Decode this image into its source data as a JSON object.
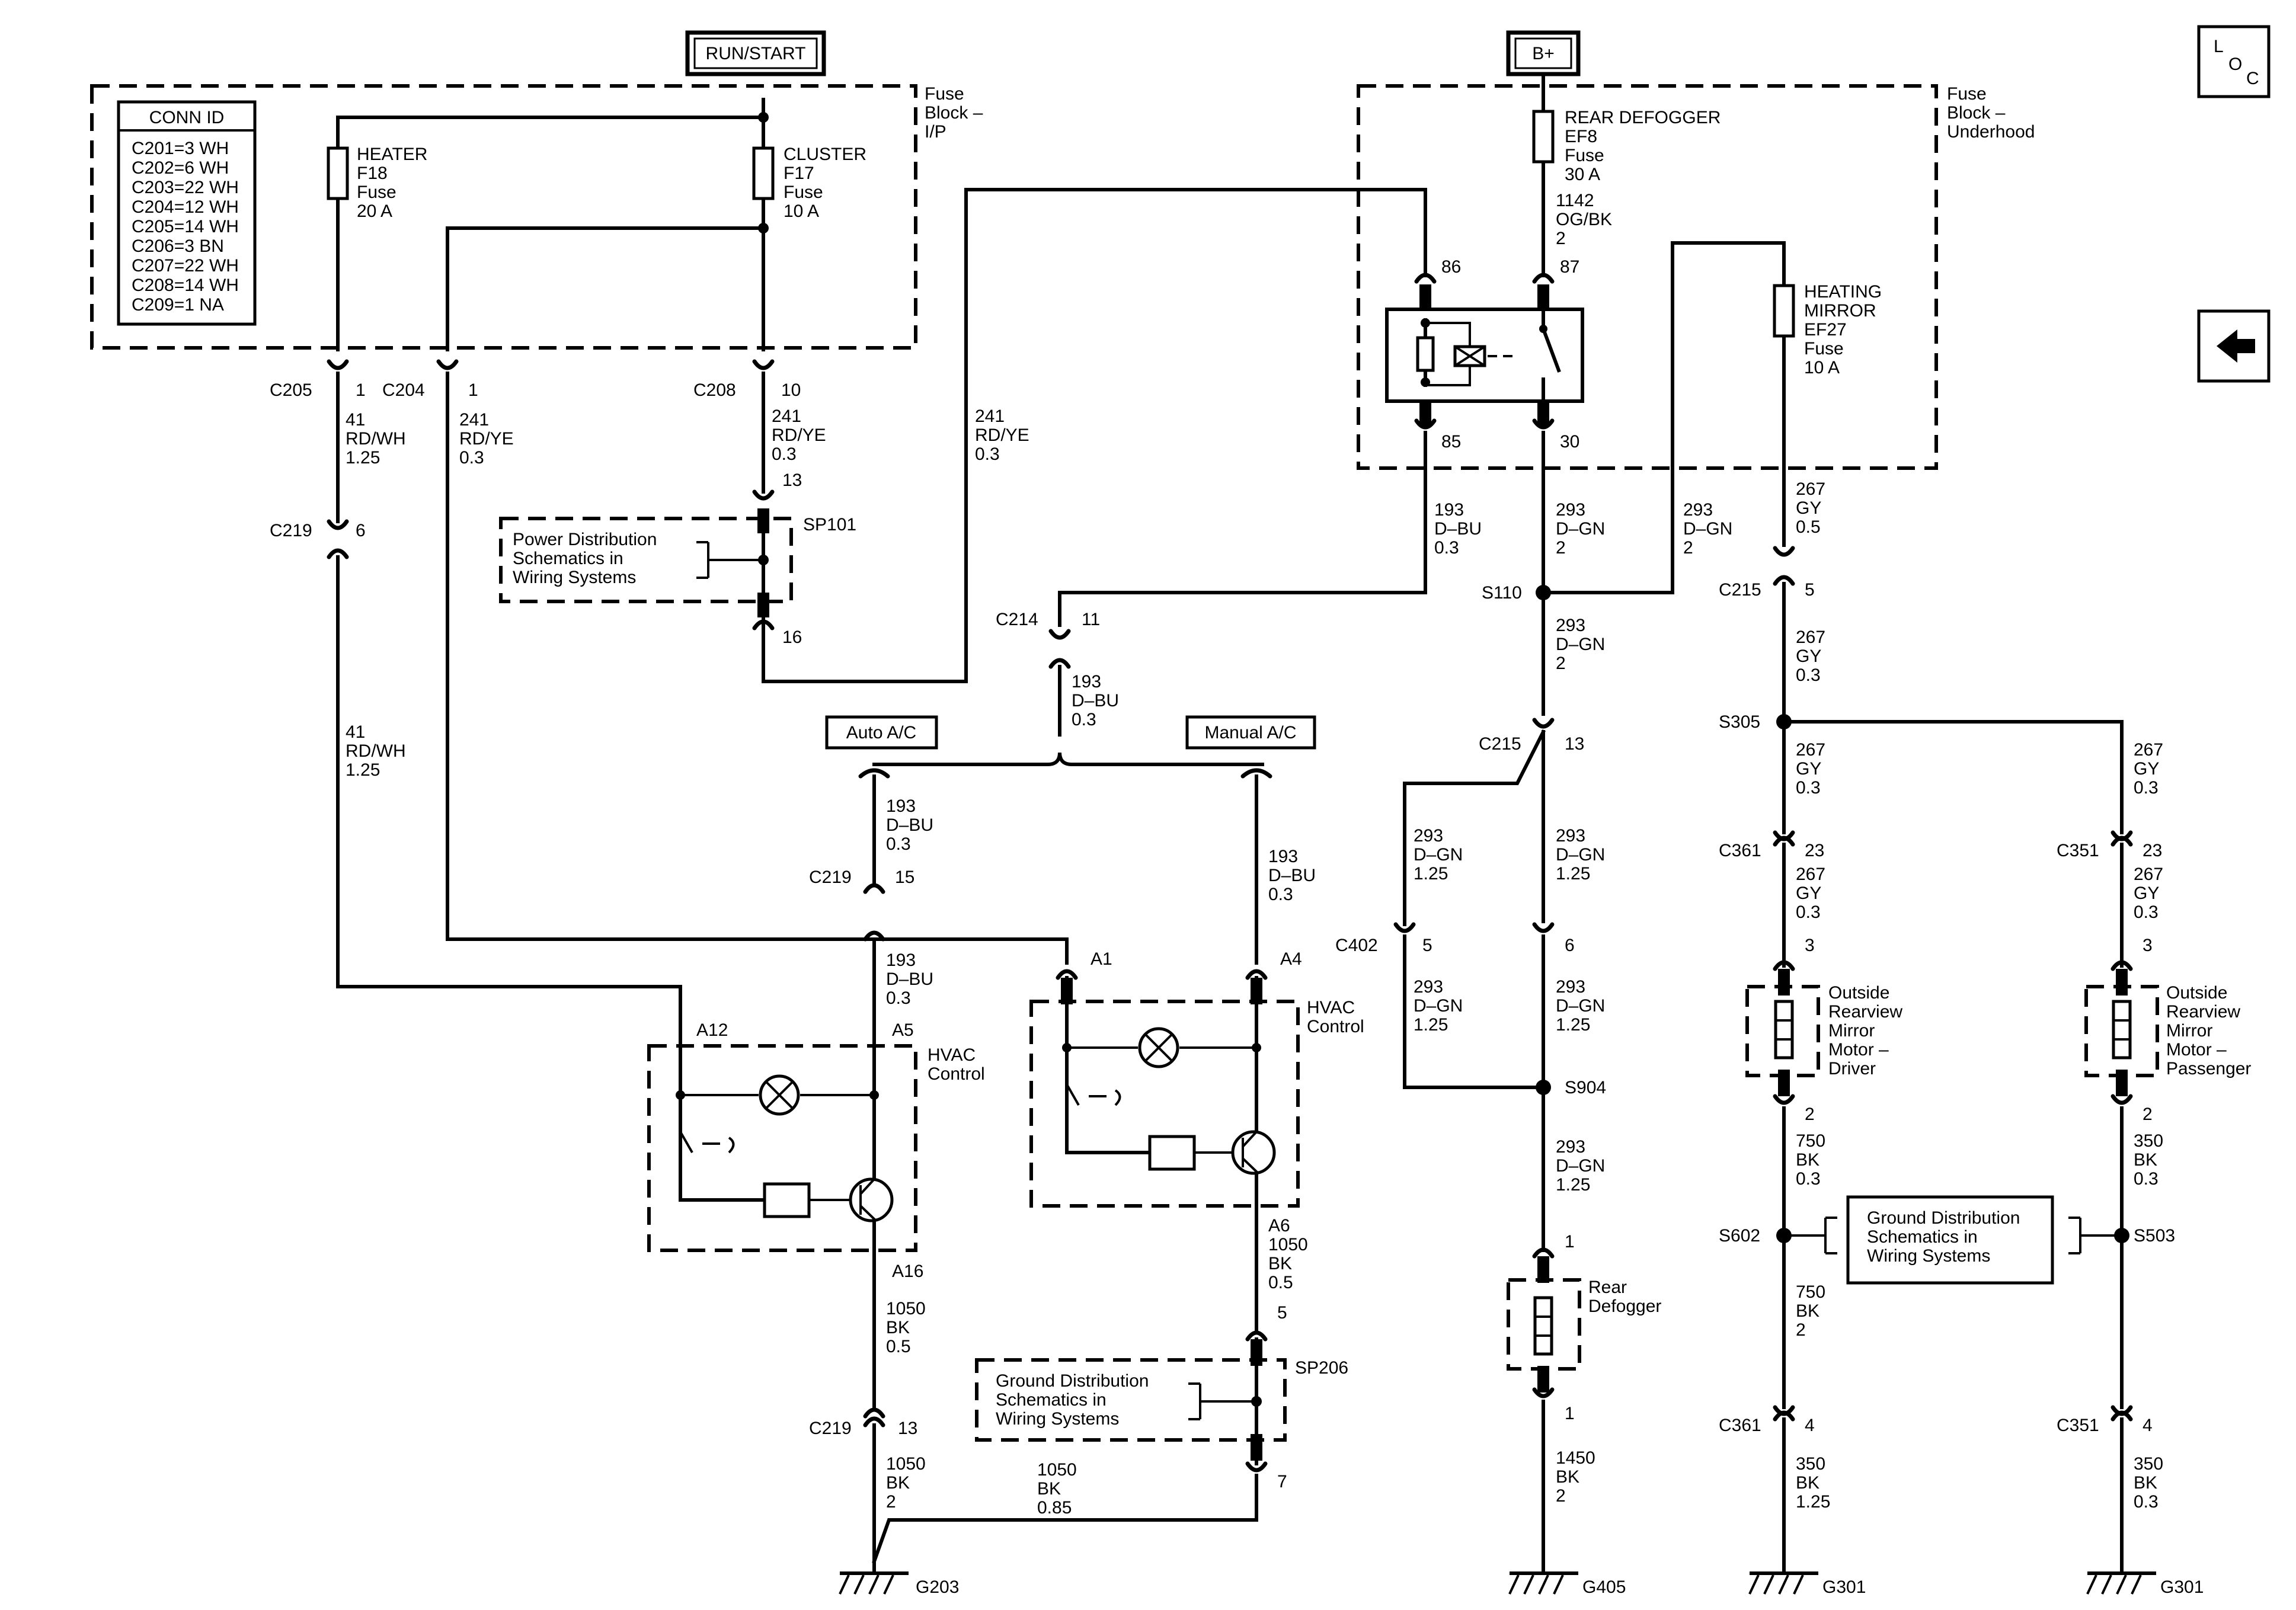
{
  "title_boxes": {
    "run_start": "RUN/START",
    "b_plus": "B+"
  },
  "loc": {
    "l": "L",
    "o": "O",
    "c": "C"
  },
  "conn_id": {
    "header": "CONN ID",
    "rows": [
      "C201=3 WH",
      "C202=6 WH",
      "C203=22 WH",
      "C204=12 WH",
      "C205=14 WH",
      "C206=3 BN",
      "C207=22 WH",
      "C208=14 WH",
      "C209=1 NA"
    ]
  },
  "fuse_block_ip": [
    "Fuse",
    "Block –",
    "I/P"
  ],
  "fuse_block_uh": [
    "Fuse",
    "Block –",
    "Underhood"
  ],
  "heater_fuse": [
    "HEATER",
    "F18",
    "Fuse",
    "20 A"
  ],
  "cluster_fuse": [
    "CLUSTER",
    "F17",
    "Fuse",
    "10 A"
  ],
  "rear_defog_fuse": [
    "REAR DEFOGGER",
    "EF8",
    "Fuse",
    "30 A"
  ],
  "heating_mirror_fuse": [
    "HEATING",
    "MIRROR",
    "EF27",
    "Fuse",
    "10 A"
  ],
  "relay_pins": {
    "p86": "86",
    "p87": "87",
    "p85": "85",
    "p30": "30"
  },
  "connectors": {
    "c205": "C205",
    "c205_pin": "1",
    "c204": "C204",
    "c204_pin": "1",
    "c208": "C208",
    "c208_pin": "10",
    "c219a": "C219",
    "c219a_pin": "6",
    "c219b": "C219",
    "c219b_pin": "15",
    "c219c": "C219",
    "c219c_pin": "13",
    "c214": "C214",
    "c214_pin": "11",
    "c215a": "C215",
    "c215a_pin": "13",
    "c215b": "C215",
    "c215b_pin": "5",
    "c402": "C402",
    "c402_pin": "5",
    "c402_pin2": "6",
    "c361a": "C361",
    "c361a_pin": "23",
    "c361b": "C361",
    "c361b_pin": "4",
    "c351a": "C351",
    "c351a_pin": "23",
    "c351b": "C351",
    "c351b_pin": "4",
    "sp101_pin13": "13",
    "sp101_pin16": "16",
    "sp206_pin5": "5",
    "sp206_pin7": "7",
    "rear_def_pin_top": "1",
    "rear_def_pin_bot": "1",
    "mirror_d_pin3": "3",
    "mirror_d_pin2": "2",
    "mirror_p_pin3": "3",
    "mirror_p_pin2": "2"
  },
  "splices": {
    "sp101": "SP101",
    "sp206": "SP206",
    "s110": "S110",
    "s305": "S305",
    "s904": "S904",
    "s602": "S602",
    "s503": "S503"
  },
  "grounds": {
    "g203": "G203",
    "g405": "G405",
    "g301a": "G301",
    "g301b": "G301"
  },
  "wires": {
    "w41_a": [
      "41",
      "RD/WH",
      "1.25"
    ],
    "w241_a": [
      "241",
      "RD/YE",
      "0.3"
    ],
    "w241_b": [
      "241",
      "RD/YE",
      "0.3"
    ],
    "w241_c": [
      "241",
      "RD/YE",
      "0.3"
    ],
    "w41_b": [
      "41",
      "RD/WH",
      "1.25"
    ],
    "w193_relay": [
      "193",
      "D–BU",
      "0.3"
    ],
    "w193_c214": [
      "193",
      "D–BU",
      "0.3"
    ],
    "w193_auto1": [
      "193",
      "D–BU",
      "0.3"
    ],
    "w193_auto2": [
      "193",
      "D–BU",
      "0.3"
    ],
    "w193_manual": [
      "193",
      "D–BU",
      "0.3"
    ],
    "w1050_auto": [
      "1050",
      "BK",
      "0.5"
    ],
    "w1050_auto2": [
      "1050",
      "BK",
      "2"
    ],
    "w1050_manual": [
      "1050",
      "BK",
      "0.5"
    ],
    "w1050_join": [
      "1050",
      "BK",
      "0.85"
    ],
    "w1142": [
      "1142",
      "OG/BK",
      "2"
    ],
    "w293_a": [
      "293",
      "D–GN",
      "2"
    ],
    "w293_b": [
      "293",
      "D–GN",
      "2"
    ],
    "w293_c": [
      "293",
      "D–GN",
      "2"
    ],
    "w293_d": [
      "293",
      "D–GN",
      "1.25"
    ],
    "w293_e": [
      "293",
      "D–GN",
      "1.25"
    ],
    "w293_f": [
      "293",
      "D–GN",
      "1.25"
    ],
    "w293_g": [
      "293",
      "D–GN",
      "1.25"
    ],
    "w293_h": [
      "293",
      "D–GN",
      "1.25"
    ],
    "w1450": [
      "1450",
      "BK",
      "2"
    ],
    "w267_a": [
      "267",
      "GY",
      "0.5"
    ],
    "w267_b": [
      "267",
      "GY",
      "0.3"
    ],
    "w267_c": [
      "267",
      "GY",
      "0.3"
    ],
    "w267_d": [
      "267",
      "GY",
      "0.3"
    ],
    "w267_e": [
      "267",
      "GY",
      "0.3"
    ],
    "w267_f": [
      "267",
      "GY",
      "0.3"
    ],
    "w750_a": [
      "750",
      "BK",
      "0.3"
    ],
    "w750_b": [
      "750",
      "BK",
      "2"
    ],
    "w350_a": [
      "350",
      "BK",
      "0.3"
    ],
    "w350_b": [
      "350",
      "BK",
      "1.25"
    ],
    "w350_c": [
      "350",
      "BK",
      "0.3"
    ]
  },
  "power_dist_box": [
    "Power Distribution",
    "Schematics in",
    "Wiring Systems"
  ],
  "ground_dist_box1": [
    "Ground Distribution",
    "Schematics in",
    "Wiring Systems"
  ],
  "ground_dist_box2": [
    "Ground Distribution",
    "Schematics in",
    "Wiring Systems"
  ],
  "auto_ac": "Auto A/C",
  "manual_ac": "Manual A/C",
  "hvac_auto": {
    "label": [
      "HVAC",
      "Control"
    ],
    "a12": "A12",
    "a5": "A5",
    "a16": "A16"
  },
  "hvac_manual": {
    "label": [
      "HVAC",
      "Control"
    ],
    "a1": "A1",
    "a4": "A4",
    "a6": "A6"
  },
  "rear_defogger": [
    "Rear",
    "Defogger"
  ],
  "mirror_driver": [
    "Outside",
    "Rearview",
    "Mirror",
    "Motor –",
    "Driver"
  ],
  "mirror_passenger": [
    "Outside",
    "Rearview",
    "Mirror",
    "Motor –",
    "Passenger"
  ]
}
